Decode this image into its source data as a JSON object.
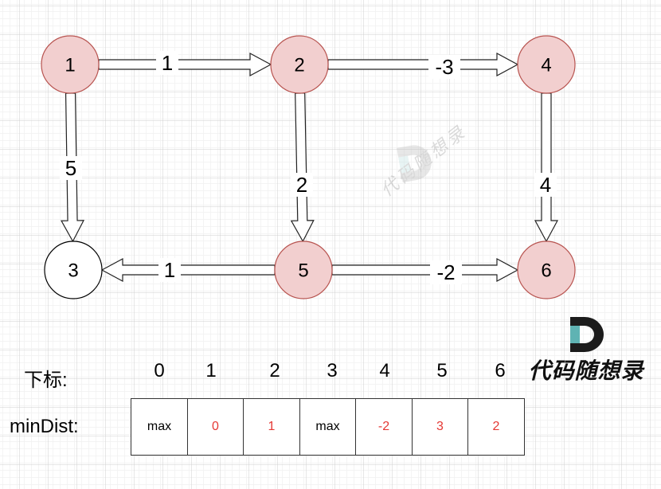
{
  "colors": {
    "visited_fill": "#f2cfcf",
    "visited_stroke": "#b85450",
    "unvisited_fill": "#ffffff",
    "unvisited_stroke": "#000000",
    "updated_value": "#e53935",
    "default_value": "#000000",
    "logo_accent": "#5fb3b3"
  },
  "graph": {
    "nodes": [
      {
        "id": "1",
        "label": "1",
        "visited": true
      },
      {
        "id": "2",
        "label": "2",
        "visited": true
      },
      {
        "id": "3",
        "label": "3",
        "visited": false
      },
      {
        "id": "4",
        "label": "4",
        "visited": true
      },
      {
        "id": "5",
        "label": "5",
        "visited": true
      },
      {
        "id": "6",
        "label": "6",
        "visited": true
      }
    ],
    "edges": [
      {
        "from": "1",
        "to": "2",
        "weight": "1"
      },
      {
        "from": "2",
        "to": "4",
        "weight": "-3"
      },
      {
        "from": "1",
        "to": "3",
        "weight": "5"
      },
      {
        "from": "2",
        "to": "5",
        "weight": "2"
      },
      {
        "from": "4",
        "to": "6",
        "weight": "4"
      },
      {
        "from": "5",
        "to": "3",
        "weight": "1"
      },
      {
        "from": "5",
        "to": "6",
        "weight": "-2"
      }
    ]
  },
  "table": {
    "index_label": "下标:",
    "dist_label": "minDist:",
    "indices": [
      "0",
      "1",
      "2",
      "3",
      "4",
      "5",
      "6"
    ],
    "values": [
      {
        "text": "max",
        "updated": false
      },
      {
        "text": "0",
        "updated": true
      },
      {
        "text": "1",
        "updated": true
      },
      {
        "text": "max",
        "updated": false
      },
      {
        "text": "-2",
        "updated": true
      },
      {
        "text": "3",
        "updated": true
      },
      {
        "text": "2",
        "updated": true
      }
    ]
  },
  "logo": {
    "letter": "D",
    "text": "代码随想录"
  },
  "watermark": {
    "letter": "D",
    "text": "代码随想录"
  }
}
